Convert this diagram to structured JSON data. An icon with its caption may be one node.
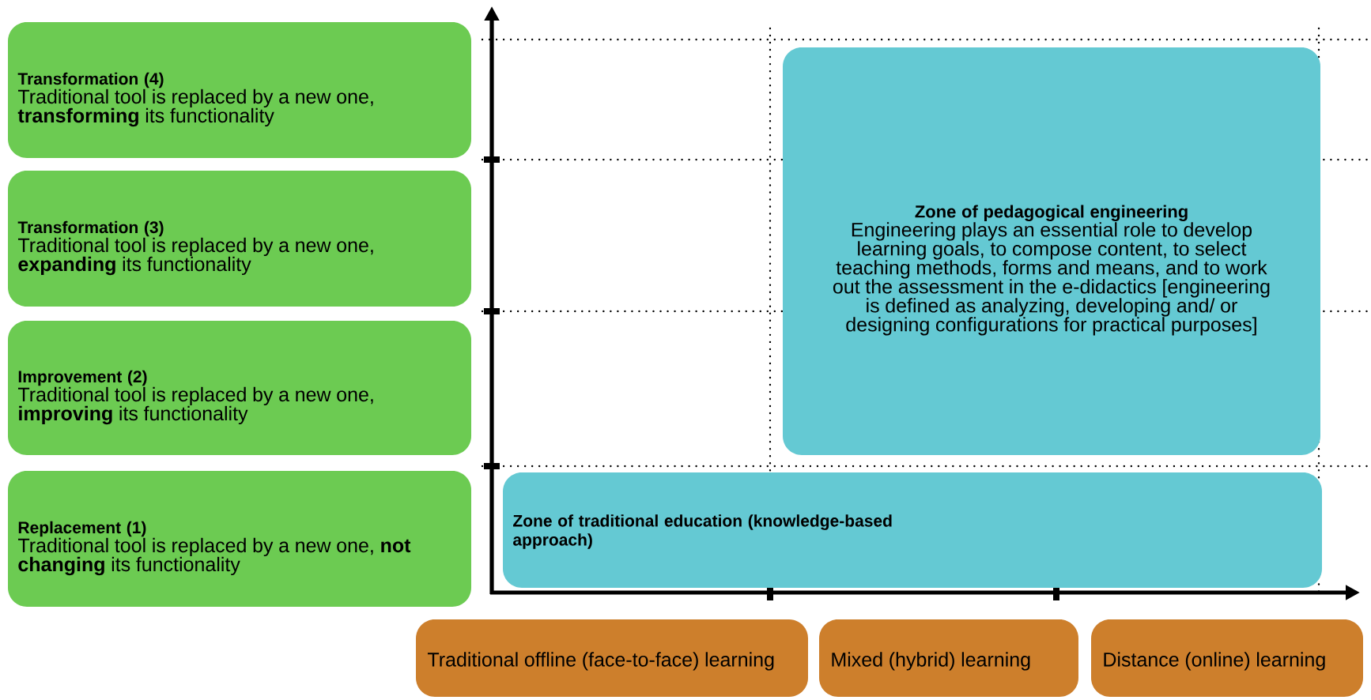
{
  "diagram": {
    "nodes": [
      {
        "text": [
          "Transformation (4)",
          "Traditional tool is replaced by a new one, **transforming** its functionality"
        ]
      },
      {
        "text": [
          "Transformation (3)",
          "Traditional tool is replaced by a new one, **expanding** its functionality"
        ]
      },
      {
        "text": [
          "Improvement (2)",
          "Traditional tool is replaced by a new one, **improving** its functionality"
        ]
      },
      {
        "text": [
          "Replacement (1)",
          "Traditional tool is replaced by a new one, **not changing** its functionality"
        ]
      },
      {
        "text": [
          "Zone of pedagogical engineering",
          "Engineering plays an essential role to develop learning goals, to compose content, to select teaching methods, forms and means, and to work out the assessment in the e-didactics [engineering is defined as analyzing, developing and/ or designing configurations for practical purposes]"
        ]
      },
      {
        "text": [
          "Zone of traditional education (knowledge-based approach)"
        ]
      },
      {
        "text": [
          "Traditional offline (face-to-face) learning"
        ]
      },
      {
        "text": [
          "Mixed (hybrid) learning"
        ]
      },
      {
        "text": [
          "Distance (online) learning"
        ]
      }
    ]
  }
}
